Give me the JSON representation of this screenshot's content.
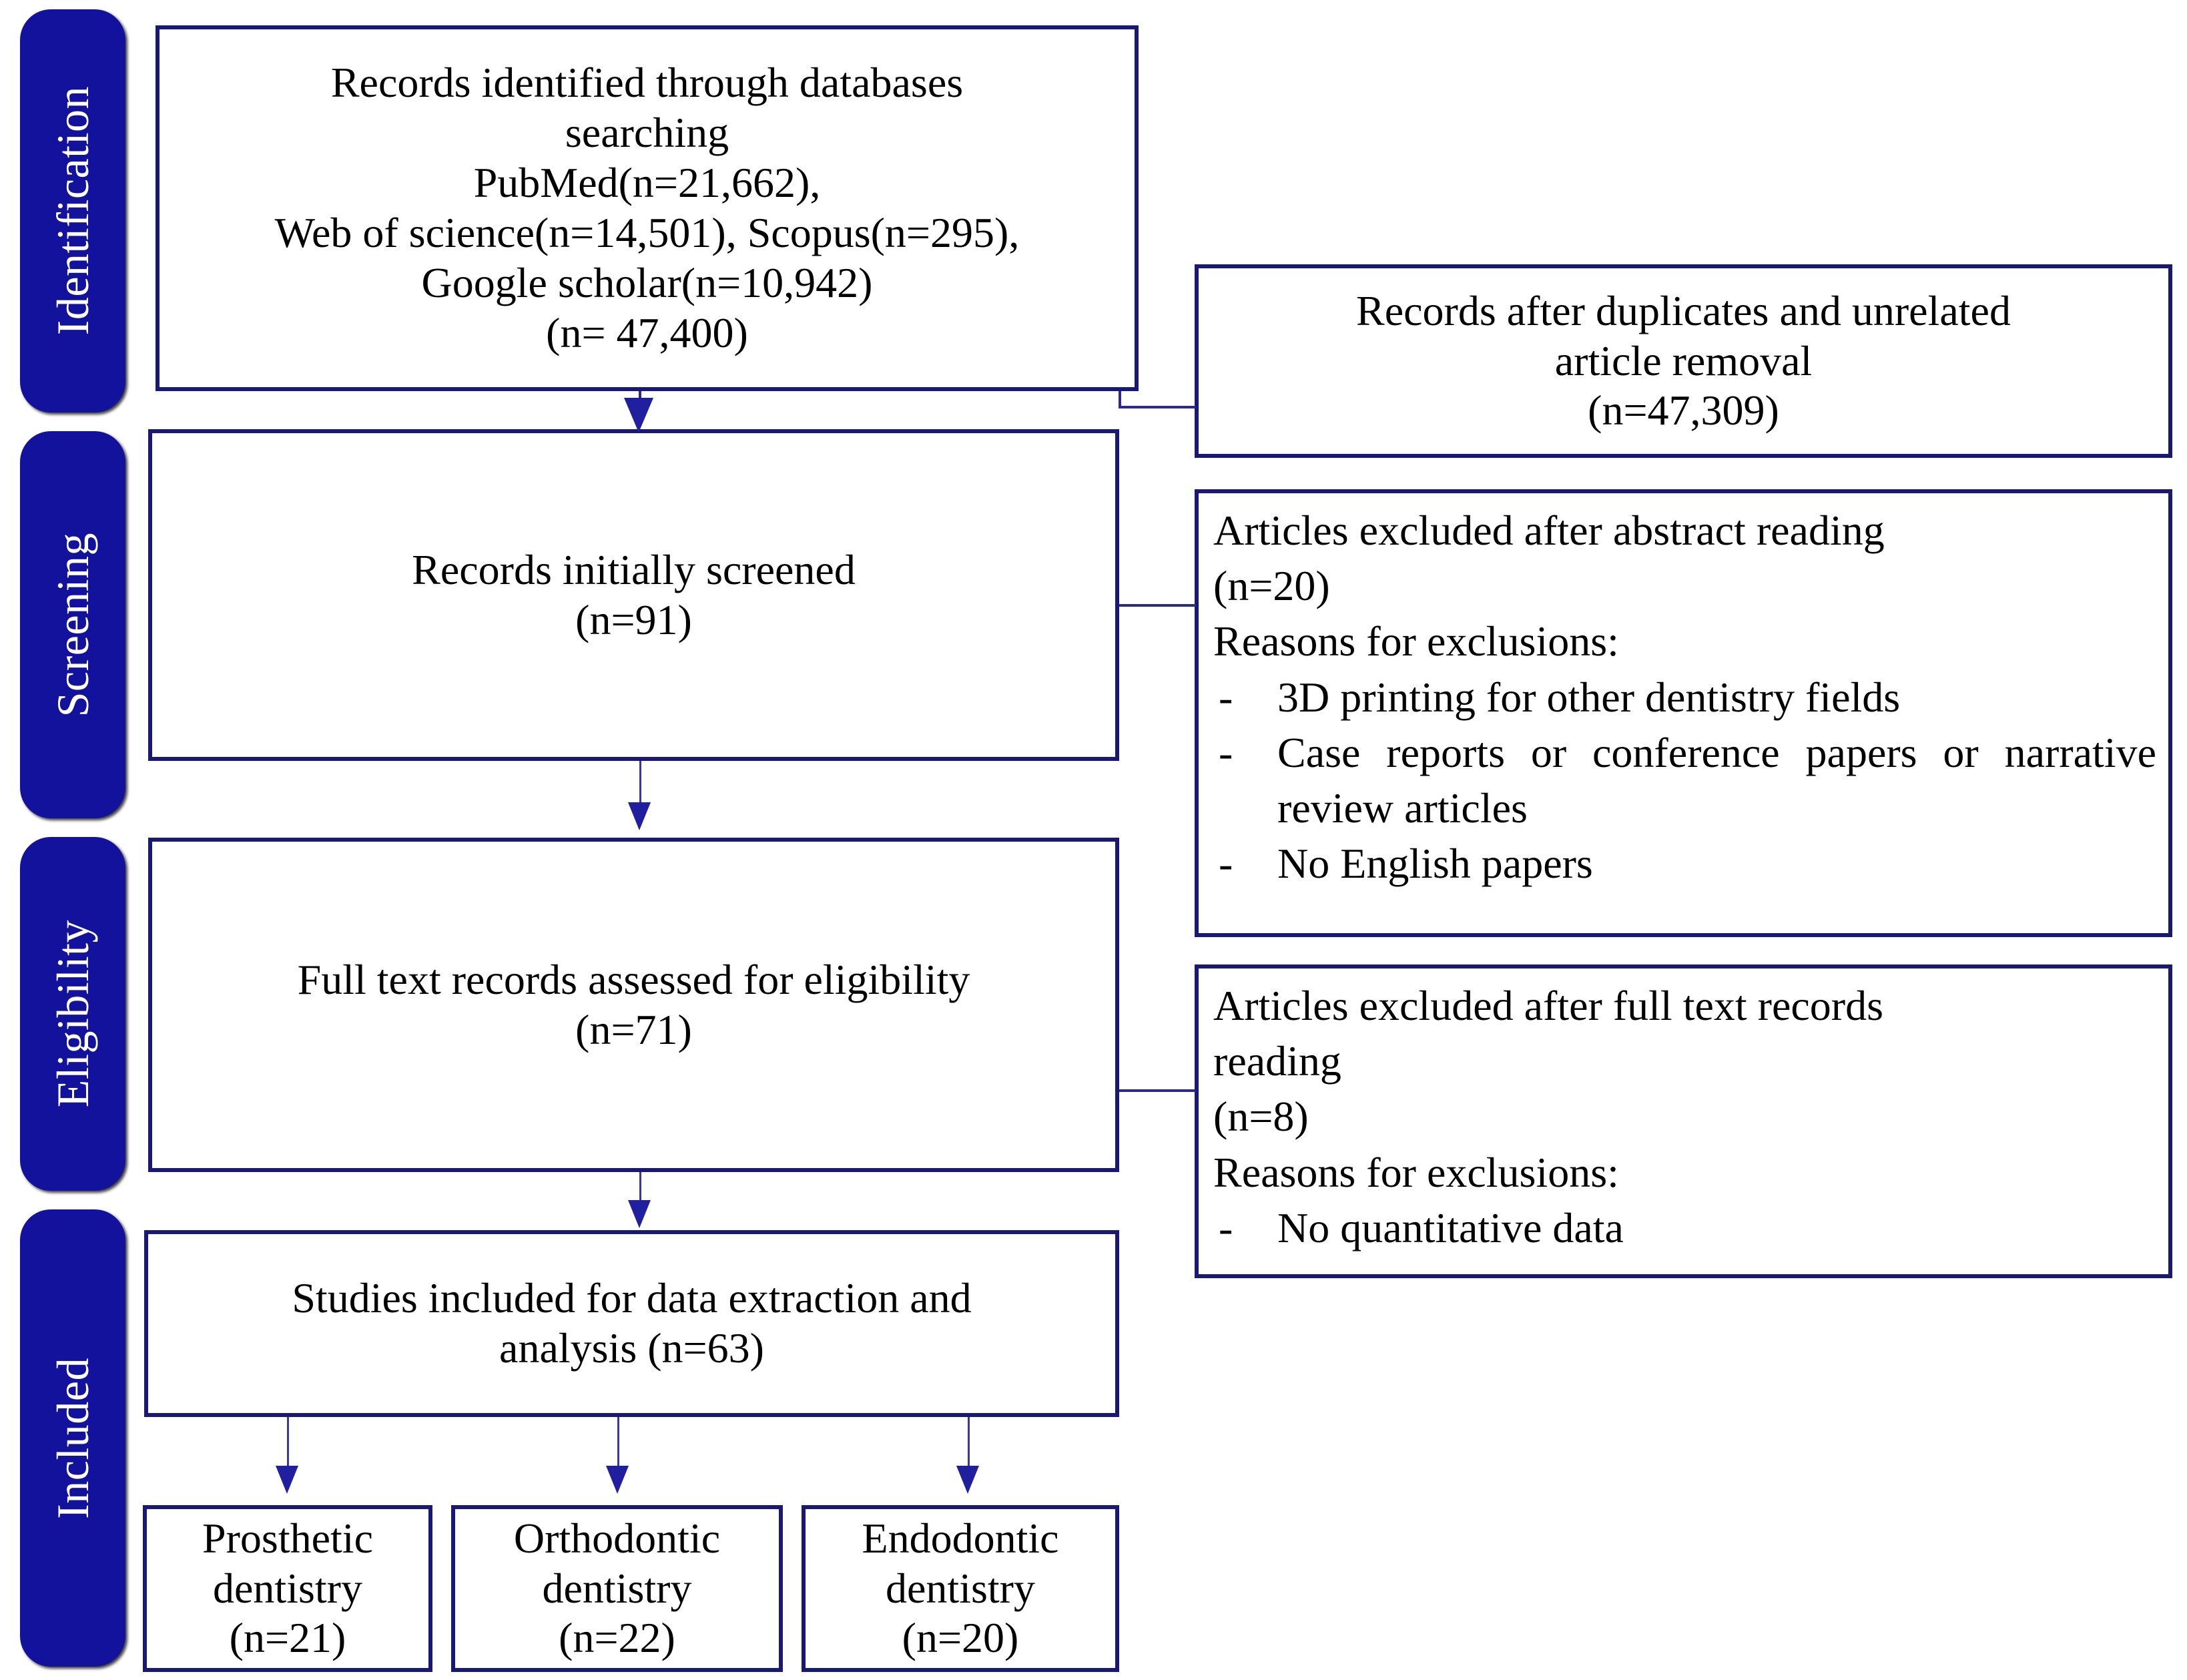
{
  "diagram": {
    "title": "PRISMA flow diagram",
    "accent_color": "#12129c",
    "box_border_color": "#191975",
    "connector_color": "#2b2b8f"
  },
  "stages": [
    {
      "id": "identification",
      "label": "Identification"
    },
    {
      "id": "screening",
      "label": "Screening"
    },
    {
      "id": "eligibility",
      "label": "Eligibility"
    },
    {
      "id": "included",
      "label": "Included"
    }
  ],
  "main_flow": [
    {
      "id": "records-identified",
      "text": "Records identified through databases\nsearching\nPubMed(n=21,662),\nWeb of science(n=14,501), Scopus(n=295),\nGoogle scholar(n=10,942)\n(n= 47,400)"
    },
    {
      "id": "records-screened",
      "text": "Records initially screened\n(n=91)"
    },
    {
      "id": "full-text-assessed",
      "text": "Full text records assessed for eligibility\n(n=71)"
    },
    {
      "id": "studies-included",
      "text": "Studies included for data extraction and\nanalysis (n=63)"
    }
  ],
  "side_boxes": [
    {
      "id": "records-after-removal",
      "text": "Records after duplicates and unrelated\narticle removal\n(n=47,309)"
    },
    {
      "id": "excluded-abstract",
      "heading": "Articles excluded after abstract reading\n(n=20)\nReasons for exclusions:",
      "reasons": [
        "3D printing for other dentistry fields",
        "Case reports or conference papers or narrative review articles",
        "No English papers"
      ],
      "bullet": "-"
    },
    {
      "id": "excluded-fulltext",
      "heading": "Articles excluded after full text records\nreading\n(n=8)\nReasons for exclusions:",
      "reasons": [
        "No quantitative data"
      ],
      "bullet": "-"
    }
  ],
  "outcome_boxes": [
    {
      "id": "prosthetic",
      "text": "Prosthetic\ndentistry\n(n=21)"
    },
    {
      "id": "orthodontic",
      "text": "Orthodontic\ndentistry\n(n=22)"
    },
    {
      "id": "endodontic",
      "text": "Endodontic\ndentistry\n(n=20)"
    }
  ],
  "chart_data": {
    "type": "diagram",
    "title": "PRISMA flow diagram",
    "nodes": [
      {
        "id": "records-identified",
        "stage": "Identification",
        "n": 47400,
        "sources": {
          "PubMed": 21662,
          "Web of science": 14501,
          "Scopus": 295,
          "Google scholar": 10942
        }
      },
      {
        "id": "records-after-removal",
        "stage": "Identification",
        "n": 47309
      },
      {
        "id": "records-screened",
        "stage": "Screening",
        "n": 91
      },
      {
        "id": "excluded-abstract",
        "stage": "Screening",
        "n": 20
      },
      {
        "id": "full-text-assessed",
        "stage": "Eligibility",
        "n": 71
      },
      {
        "id": "excluded-fulltext",
        "stage": "Eligibility",
        "n": 8
      },
      {
        "id": "studies-included",
        "stage": "Included",
        "n": 63
      },
      {
        "id": "prosthetic",
        "stage": "Included",
        "n": 21
      },
      {
        "id": "orthodontic",
        "stage": "Included",
        "n": 22
      },
      {
        "id": "endodontic",
        "stage": "Included",
        "n": 20
      }
    ]
  }
}
